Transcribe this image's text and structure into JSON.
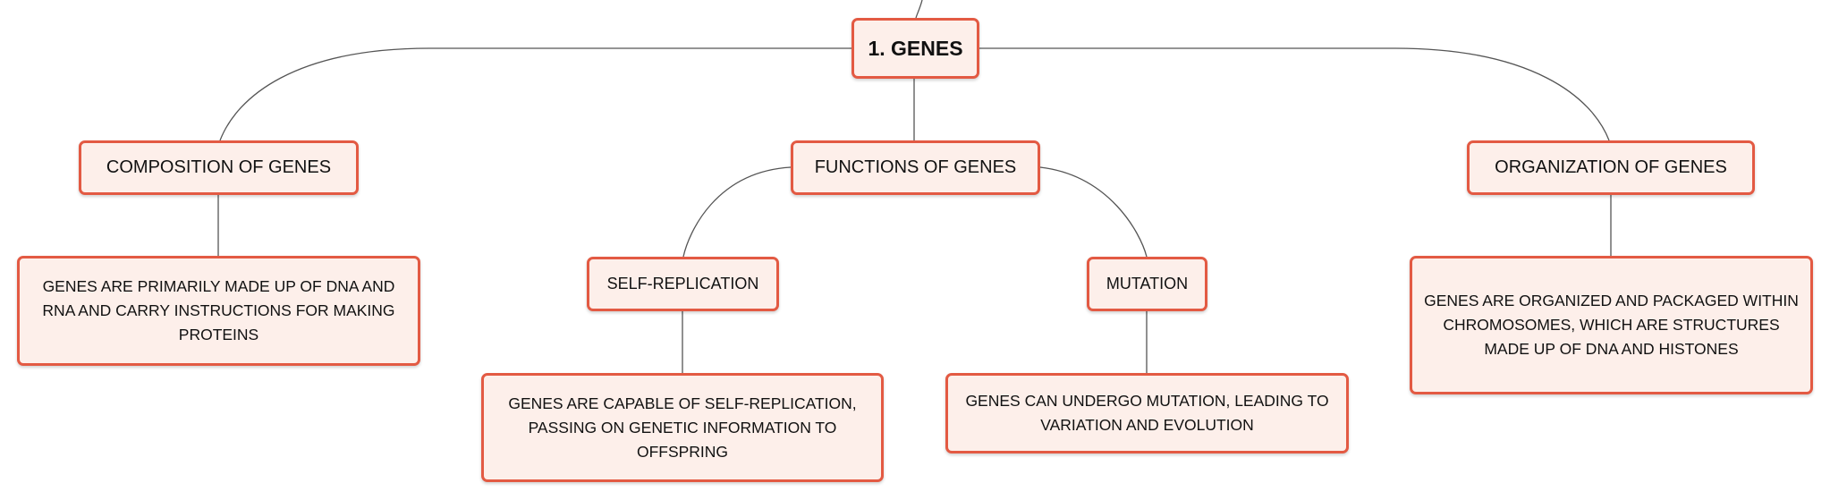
{
  "diagram": {
    "root": {
      "label": "1. GENES"
    },
    "branches": [
      {
        "label": "COMPOSITION OF GENES",
        "detail": "GENES ARE PRIMARILY MADE UP OF DNA AND RNA AND CARRY INSTRUCTIONS FOR MAKING PROTEINS"
      },
      {
        "label": "FUNCTIONS OF GENES",
        "children": [
          {
            "label": "SELF-REPLICATION",
            "detail": "GENES ARE CAPABLE OF SELF-REPLICATION, PASSING ON GENETIC INFORMATION TO OFFSPRING"
          },
          {
            "label": "MUTATION",
            "detail": "GENES CAN UNDERGO MUTATION, LEADING TO VARIATION AND EVOLUTION"
          }
        ]
      },
      {
        "label": "ORGANIZATION OF GENES",
        "detail": "GENES ARE ORGANIZED AND PACKAGED WITHIN CHROMOSOMES, WHICH ARE STRUCTURES MADE UP OF DNA AND HISTONES"
      }
    ]
  },
  "colors": {
    "node_border": "#e35a43",
    "node_fill": "#fdefea",
    "connector": "#555555",
    "text": "#111111"
  }
}
